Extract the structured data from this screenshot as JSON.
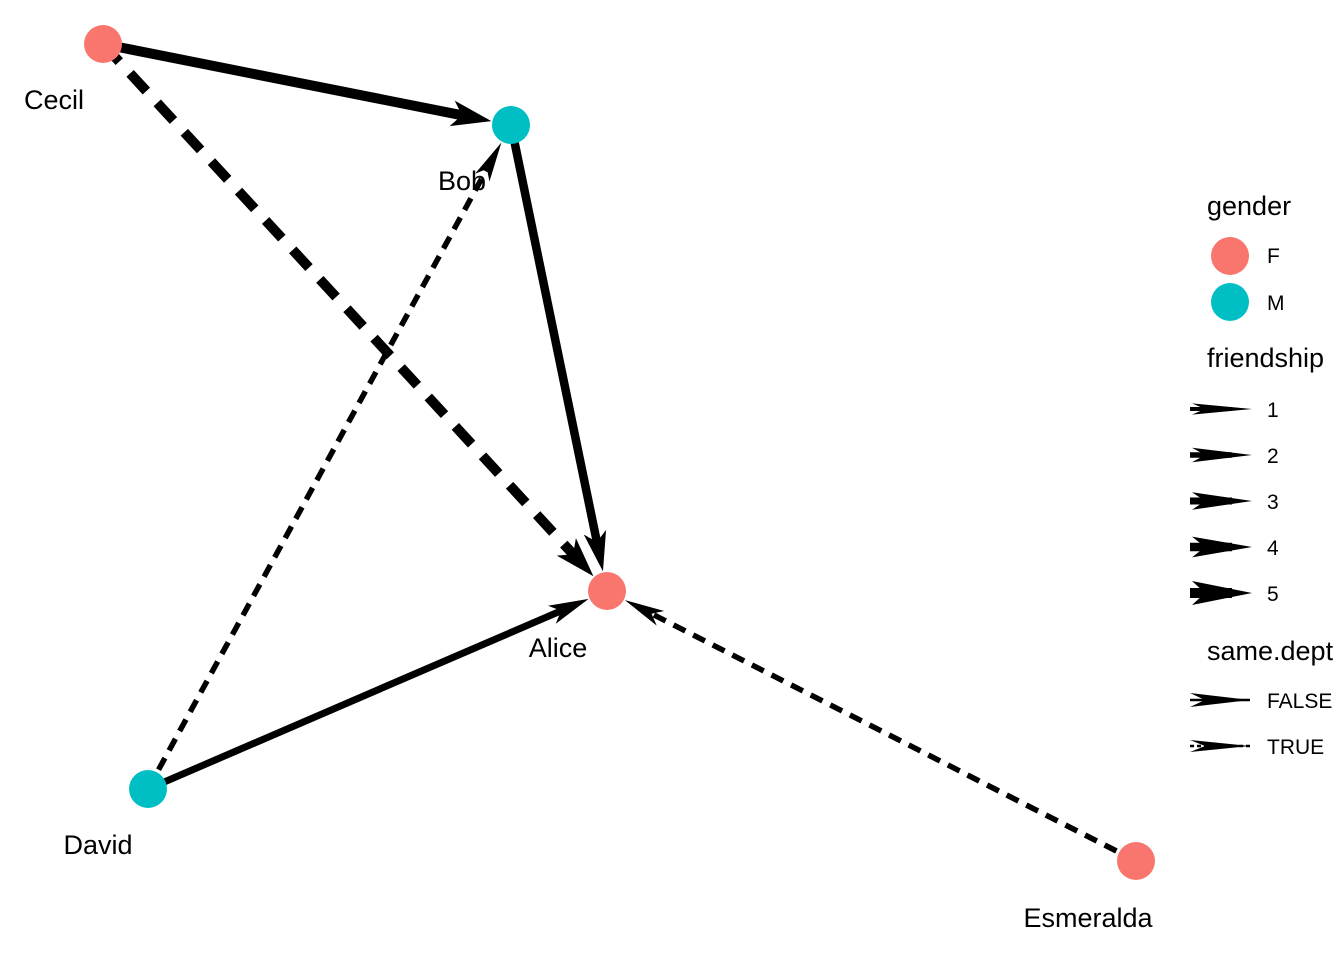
{
  "graph": {
    "nodes": [
      {
        "id": "Alice",
        "gender": "F"
      },
      {
        "id": "Bob",
        "gender": "M"
      },
      {
        "id": "Cecil",
        "gender": "F"
      },
      {
        "id": "David",
        "gender": "M"
      },
      {
        "id": "Esmeralda",
        "gender": "F"
      }
    ],
    "edges": [
      {
        "from": "Cecil",
        "to": "Bob",
        "friendship": 5,
        "same_dept": "FALSE"
      },
      {
        "from": "Bob",
        "to": "Alice",
        "friendship": 4,
        "same_dept": "FALSE"
      },
      {
        "from": "Cecil",
        "to": "Alice",
        "friendship": 5,
        "same_dept": "TRUE"
      },
      {
        "from": "David",
        "to": "Bob",
        "friendship": 2,
        "same_dept": "TRUE"
      },
      {
        "from": "David",
        "to": "Alice",
        "friendship": 3,
        "same_dept": "FALSE"
      },
      {
        "from": "Esmeralda",
        "to": "Alice",
        "friendship": 2,
        "same_dept": "TRUE"
      }
    ]
  },
  "colors": {
    "F": "#F8766D",
    "M": "#00BFC4",
    "edge": "#000000"
  },
  "legend": {
    "gender": {
      "title": "gender",
      "items": [
        "F",
        "M"
      ]
    },
    "friendship": {
      "title": "friendship",
      "items": [
        "1",
        "2",
        "3",
        "4",
        "5"
      ]
    },
    "same_dept": {
      "title": "same.dept",
      "items": [
        "FALSE",
        "TRUE"
      ]
    }
  }
}
